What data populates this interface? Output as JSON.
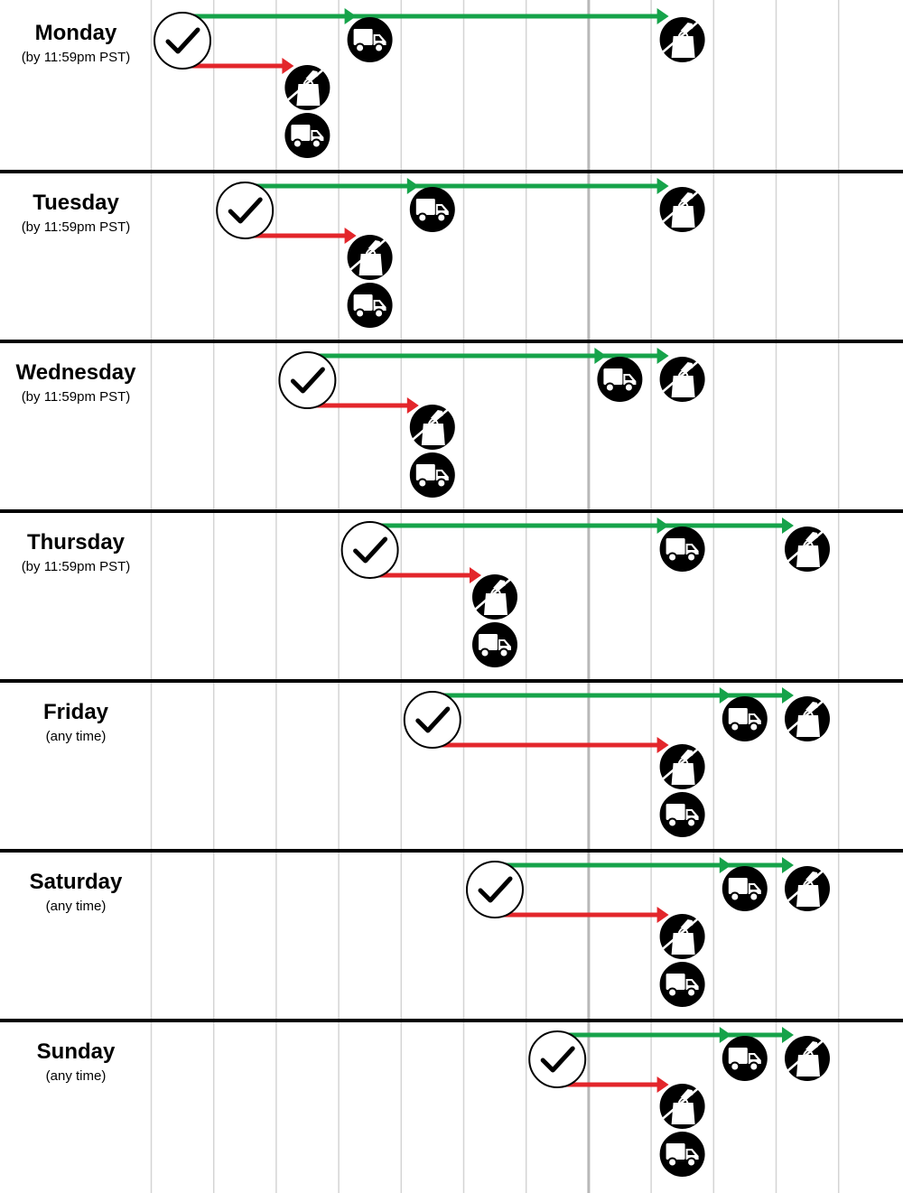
{
  "colors": {
    "on_time_arrow": "#16a34a",
    "late_arrow": "#e3262b",
    "divider": "#000000",
    "grid_line": "#d4d4d4",
    "highlight_grid_line": "#b8b8b8",
    "icon_fill": "#000000",
    "check_circle_fill": "#ffffff"
  },
  "icons": {
    "order_placed": "check-icon",
    "truck": "truck-icon",
    "pickup_bag": "pickup-bag-icon"
  },
  "days": [
    {
      "name": "Monday",
      "note": "(by 11:59pm PST)",
      "order_column": 0,
      "green_truck_column": 3,
      "green_pickup_column": 8,
      "red_column": 2
    },
    {
      "name": "Tuesday",
      "note": "(by 11:59pm PST)",
      "order_column": 1,
      "green_truck_column": 4,
      "green_pickup_column": 8,
      "red_column": 3
    },
    {
      "name": "Wednesday",
      "note": "(by 11:59pm PST)",
      "order_column": 2,
      "green_truck_column": 7,
      "green_pickup_column": 8,
      "red_column": 4
    },
    {
      "name": "Thursday",
      "note": "(by 11:59pm PST)",
      "order_column": 3,
      "green_truck_column": 8,
      "green_pickup_column": 10,
      "red_column": 5
    },
    {
      "name": "Friday",
      "note": "(any time)",
      "order_column": 4,
      "green_truck_column": 9,
      "green_pickup_column": 10,
      "red_column": 8
    },
    {
      "name": "Saturday",
      "note": "(any time)",
      "order_column": 5,
      "green_truck_column": 9,
      "green_pickup_column": 10,
      "red_column": 8
    },
    {
      "name": "Sunday",
      "note": "(any time)",
      "order_column": 6,
      "green_truck_column": 9,
      "green_pickup_column": 10,
      "red_column": 8
    }
  ]
}
